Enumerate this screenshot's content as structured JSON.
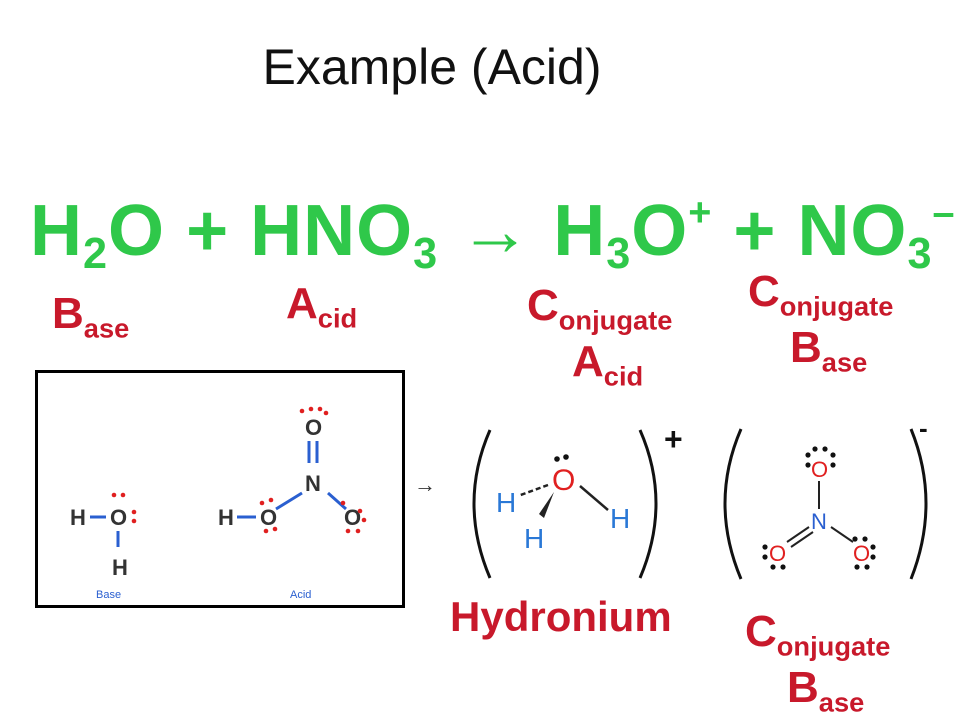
{
  "slide": {
    "title": "Example (Acid)"
  },
  "equation": {
    "r1_main": "H",
    "r1_sub": "2",
    "r1_tail": "O",
    "plus1": "+",
    "r2_main": "HNO",
    "r2_sub": "3",
    "arrow": "→",
    "p1_main": "H",
    "p1_sub": "3",
    "p1_tail": "O",
    "p1_charge": "+",
    "plus2": "+",
    "p2_main": "NO",
    "p2_sub": "3",
    "p2_charge": "–"
  },
  "labels": {
    "base_1": {
      "first": "B",
      "rest": "ase"
    },
    "acid_1": {
      "first": "A",
      "rest": "cid"
    },
    "conj_acid": {
      "line1_first": "C",
      "line1_rest": "onjugate",
      "line2_first": "A",
      "line2_rest": "cid"
    },
    "conj_base_top": {
      "line1_first": "C",
      "line1_rest": "onjugate",
      "line2_first": "B",
      "line2_rest": "ase"
    },
    "conj_base_bottom": {
      "line1_first": "C",
      "line1_rest": "onjugate",
      "line2_first": "B",
      "line2_rest": "ase"
    },
    "hydronium": "Hydronium"
  },
  "lewis_box": {
    "water": {
      "atom_h": "H",
      "atom_o": "O",
      "caption": "Base"
    },
    "nitric": {
      "atom_h": "H",
      "atom_o": "O",
      "atom_n": "N",
      "caption": "Acid"
    }
  },
  "small_arrow": "→",
  "hydronium_struct": {
    "atom_o": "O",
    "atom_h": "H",
    "charge": "+"
  },
  "nitrate_struct": {
    "atom_o": "O",
    "atom_n": "N",
    "charge": "-"
  },
  "colors": {
    "equation": "#2fc84a",
    "label": "#c8192b",
    "oxygen": "#e02020",
    "hydrogen": "#2a78d6",
    "nitrogen": "#2a5fd0"
  }
}
